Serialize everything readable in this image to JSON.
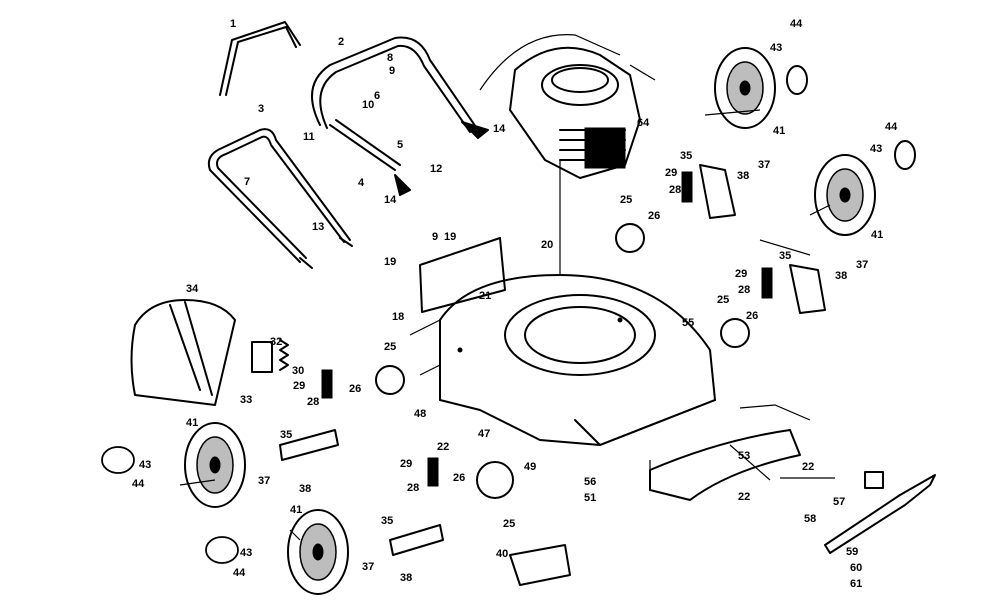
{
  "diagram": {
    "callouts": {
      "p1": "1",
      "p2": "2",
      "p3": "3",
      "p4": "4",
      "p5": "5",
      "p6": "6",
      "p7": "7",
      "p8": "8",
      "p9a": "9",
      "p9b": "9",
      "p10": "10",
      "p11": "11",
      "p12": "12",
      "p13": "13",
      "p14a": "14",
      "p14b": "14",
      "p18": "18",
      "p19a": "19",
      "p19b": "19",
      "p20": "20",
      "p21": "21",
      "p22a": "22",
      "p22b": "22",
      "p22c": "22",
      "p25a": "25",
      "p25b": "25",
      "p25c": "25",
      "p25d": "25",
      "p26a": "26",
      "p26b": "26",
      "p26c": "26",
      "p26d": "26",
      "p28a": "28",
      "p28b": "28",
      "p28c": "28",
      "p28d": "28",
      "p29a": "29",
      "p29b": "29",
      "p29c": "29",
      "p29d": "29",
      "p30": "30",
      "p32": "32",
      "p33": "33",
      "p34": "34",
      "p35a": "35",
      "p35b": "35",
      "p35c": "35",
      "p35d": "35",
      "p37a": "37",
      "p37b": "37",
      "p37c": "37",
      "p37d": "37",
      "p38a": "38",
      "p38b": "38",
      "p38c": "38",
      "p38d": "38",
      "p40": "40",
      "p41a": "41",
      "p41b": "41",
      "p41c": "41",
      "p41d": "41",
      "p43a": "43",
      "p43b": "43",
      "p43c": "43",
      "p43d": "43",
      "p44a": "44",
      "p44b": "44",
      "p44c": "44",
      "p44d": "44",
      "p47": "47",
      "p48": "48",
      "p49": "49",
      "p51": "51",
      "p53": "53",
      "p55": "55",
      "p56": "56",
      "p57": "57",
      "p58": "58",
      "p59": "59",
      "p60": "60",
      "p61": "61",
      "p64": "64"
    }
  }
}
